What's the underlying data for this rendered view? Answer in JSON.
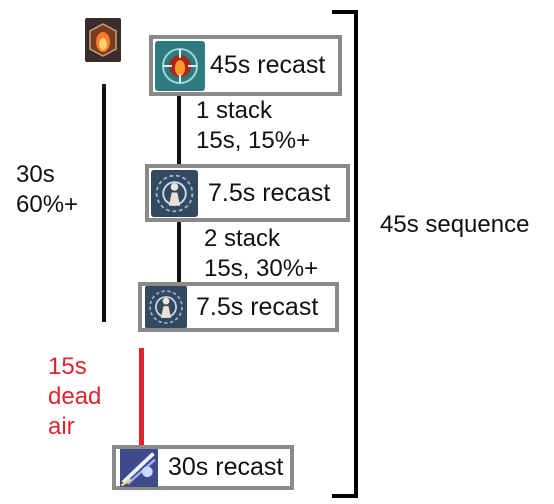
{
  "colors": {
    "accent_red": "#e0242e",
    "box_border": "#8a8a8a",
    "line": "#111111"
  },
  "top_icon": {
    "icon": "fire-cube-icon"
  },
  "left_note": {
    "line1": "30s",
    "line2": "60%+"
  },
  "dead_air": {
    "line1": "15s",
    "line2": "dead",
    "line3": "air"
  },
  "sequence_label": "45s sequence",
  "skills": [
    {
      "icon": "fire-eye-skill-icon",
      "label": "45s recast"
    },
    {
      "icon": "blue-target-skill-icon",
      "label": "7.5s recast"
    },
    {
      "icon": "blue-target-skill-icon",
      "label": "7.5s recast"
    },
    {
      "icon": "dash-slash-skill-icon",
      "label": "30s recast"
    }
  ],
  "stacks": [
    {
      "line1": "1 stack",
      "line2": "15s, 15%+"
    },
    {
      "line1": "2 stack",
      "line2": "15s, 30%+"
    }
  ]
}
